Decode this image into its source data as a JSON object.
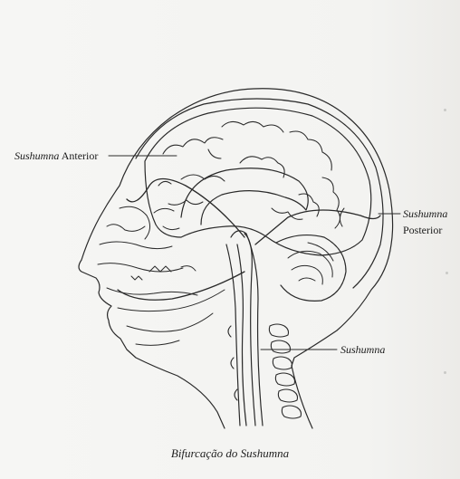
{
  "labels": {
    "anterior_name": "Sushumna",
    "anterior_suffix": "Anterior",
    "posterior_name": "Sushumna",
    "posterior_suffix": "Posterior",
    "central": "Sushumna"
  },
  "caption": "Bifurcação do Sushumna"
}
